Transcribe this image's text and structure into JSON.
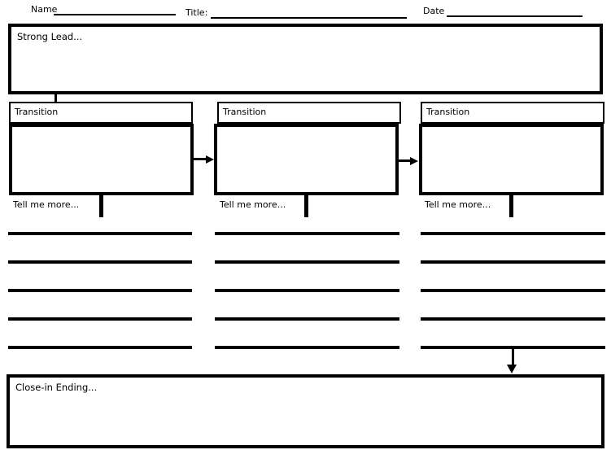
{
  "page": {
    "background_color": "#ffffff",
    "ink_color": "#000000"
  },
  "header": {
    "name_label": "Name",
    "title_label": "Title:",
    "date_label": "Date"
  },
  "strong_lead": {
    "label": "Strong Lead..."
  },
  "columns": [
    {
      "transition_label": "Transition",
      "tell_me_more_label": "Tell me more...",
      "writing_lines": 5
    },
    {
      "transition_label": "Transition",
      "tell_me_more_label": "Tell me more...",
      "writing_lines": 5
    },
    {
      "transition_label": "Transition",
      "tell_me_more_label": "Tell me more...",
      "writing_lines": 5
    }
  ],
  "closing": {
    "label": "Close-in Ending..."
  }
}
